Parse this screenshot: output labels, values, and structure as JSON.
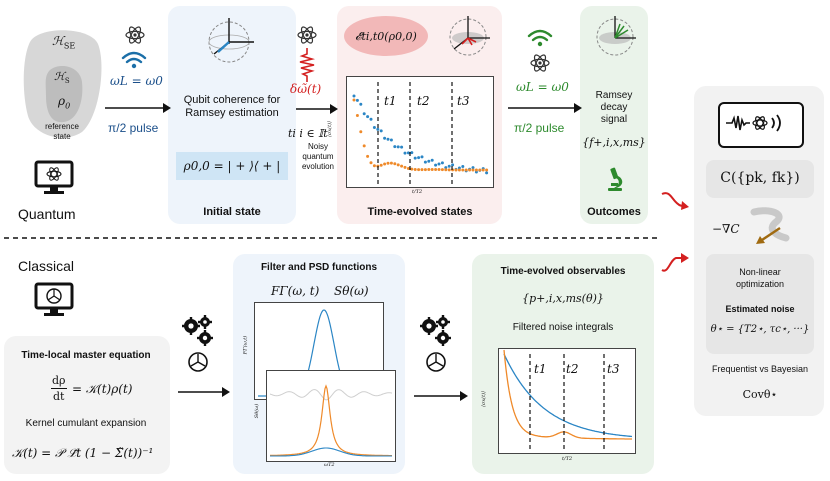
{
  "colors": {
    "blue_panel": "#eef4fb",
    "pink_panel": "#fbeeee",
    "green_panel": "#eaf3ea",
    "gray_panel": "#f2f2f2",
    "light_blue_box": "#cfe5f5",
    "pink_ellipse": "#f2b8b8",
    "series_blue": "#2b86c5",
    "series_orange": "#ef8a2a",
    "red": "#d42020",
    "green": "#2d8a2d",
    "dark_blue": "#1b4f8a"
  },
  "icons": [
    "atom-icon",
    "wifi-icon",
    "monitor-icon",
    "gears-icon",
    "bloch-sphere-icon",
    "microscope-icon",
    "waveform-atom-icon",
    "red-arrow-icon"
  ],
  "quantum": {
    "label": "Quantum",
    "sets": {
      "h_se": "ℋ",
      "h_se_sub": "SE",
      "h_s": "ℋ",
      "h_s_sub": "S",
      "rho": "ρ",
      "rho_sub": "0",
      "ref_label": "reference state"
    },
    "omega1": "ωL = ω0",
    "pulse1": "π/2 pulse",
    "initial": {
      "text": "Qubit coherence for Ramsey estimation",
      "formula": "ρ0,0 = | + ⟩⟨ + |",
      "title": "Initial state"
    },
    "noisy": {
      "delta": "δω̃(t)",
      "ti": "ti  i ∈ 𝕀t",
      "label": "Noisy quantum evolution"
    },
    "evolved": {
      "channel": "𝓔ti,t0(ρ0,0)",
      "title": "Time-evolved states",
      "t_marks": [
        "t1",
        "t2",
        "t3"
      ],
      "ylab": "⟨σx(t)⟩",
      "xlab": "t/T2"
    },
    "omega2": "ωL = ω0",
    "pulse2": "π/2 pulse",
    "outcomes": {
      "text": "Ramsey decay signal",
      "set": "{f+,i,x,ms}",
      "title": "Outcomes"
    }
  },
  "right_panel": {
    "cost": "C({pk, fk})",
    "grad": "−∇C",
    "opt": "Non-linear optimization",
    "est_title": "Estimated noise",
    "est": "θ⋆ = {T2⋆, τc⋆, ···}",
    "freq": "Frequentist vs Bayesian",
    "cov": "Covθ⋆"
  },
  "classical": {
    "label": "Classical",
    "master": {
      "title": "Time-local master equation",
      "eq": "dρ/dt = 𝒦(t)ρ(t)",
      "eq_num": "dρ",
      "eq_den": "dt",
      "eq_rhs": "= 𝒦(t)ρ(t)",
      "kernel": "Kernel cumulant expansion",
      "kernel_eq": "𝒦(t) = 𝒫 ℒ̃t (1 − Σ̃(t))⁻¹"
    },
    "filter": {
      "title": "Filter and PSD functions",
      "f_label": "FΓ(ω, t)",
      "s_label": "Sθ(ω)",
      "ylab1": "FΓ(ω,t)",
      "ylab2": "Sθ(ω)",
      "xlab": "ωT2"
    },
    "observ": {
      "title": "Time-evolved observables",
      "set": "{p+,i,x,ms(θ)}",
      "sub": "Filtered noise integrals",
      "t_marks": [
        "t1",
        "t2",
        "t3"
      ],
      "ylab": "⟨σx(t)⟩",
      "xlab": "t/T2"
    }
  }
}
